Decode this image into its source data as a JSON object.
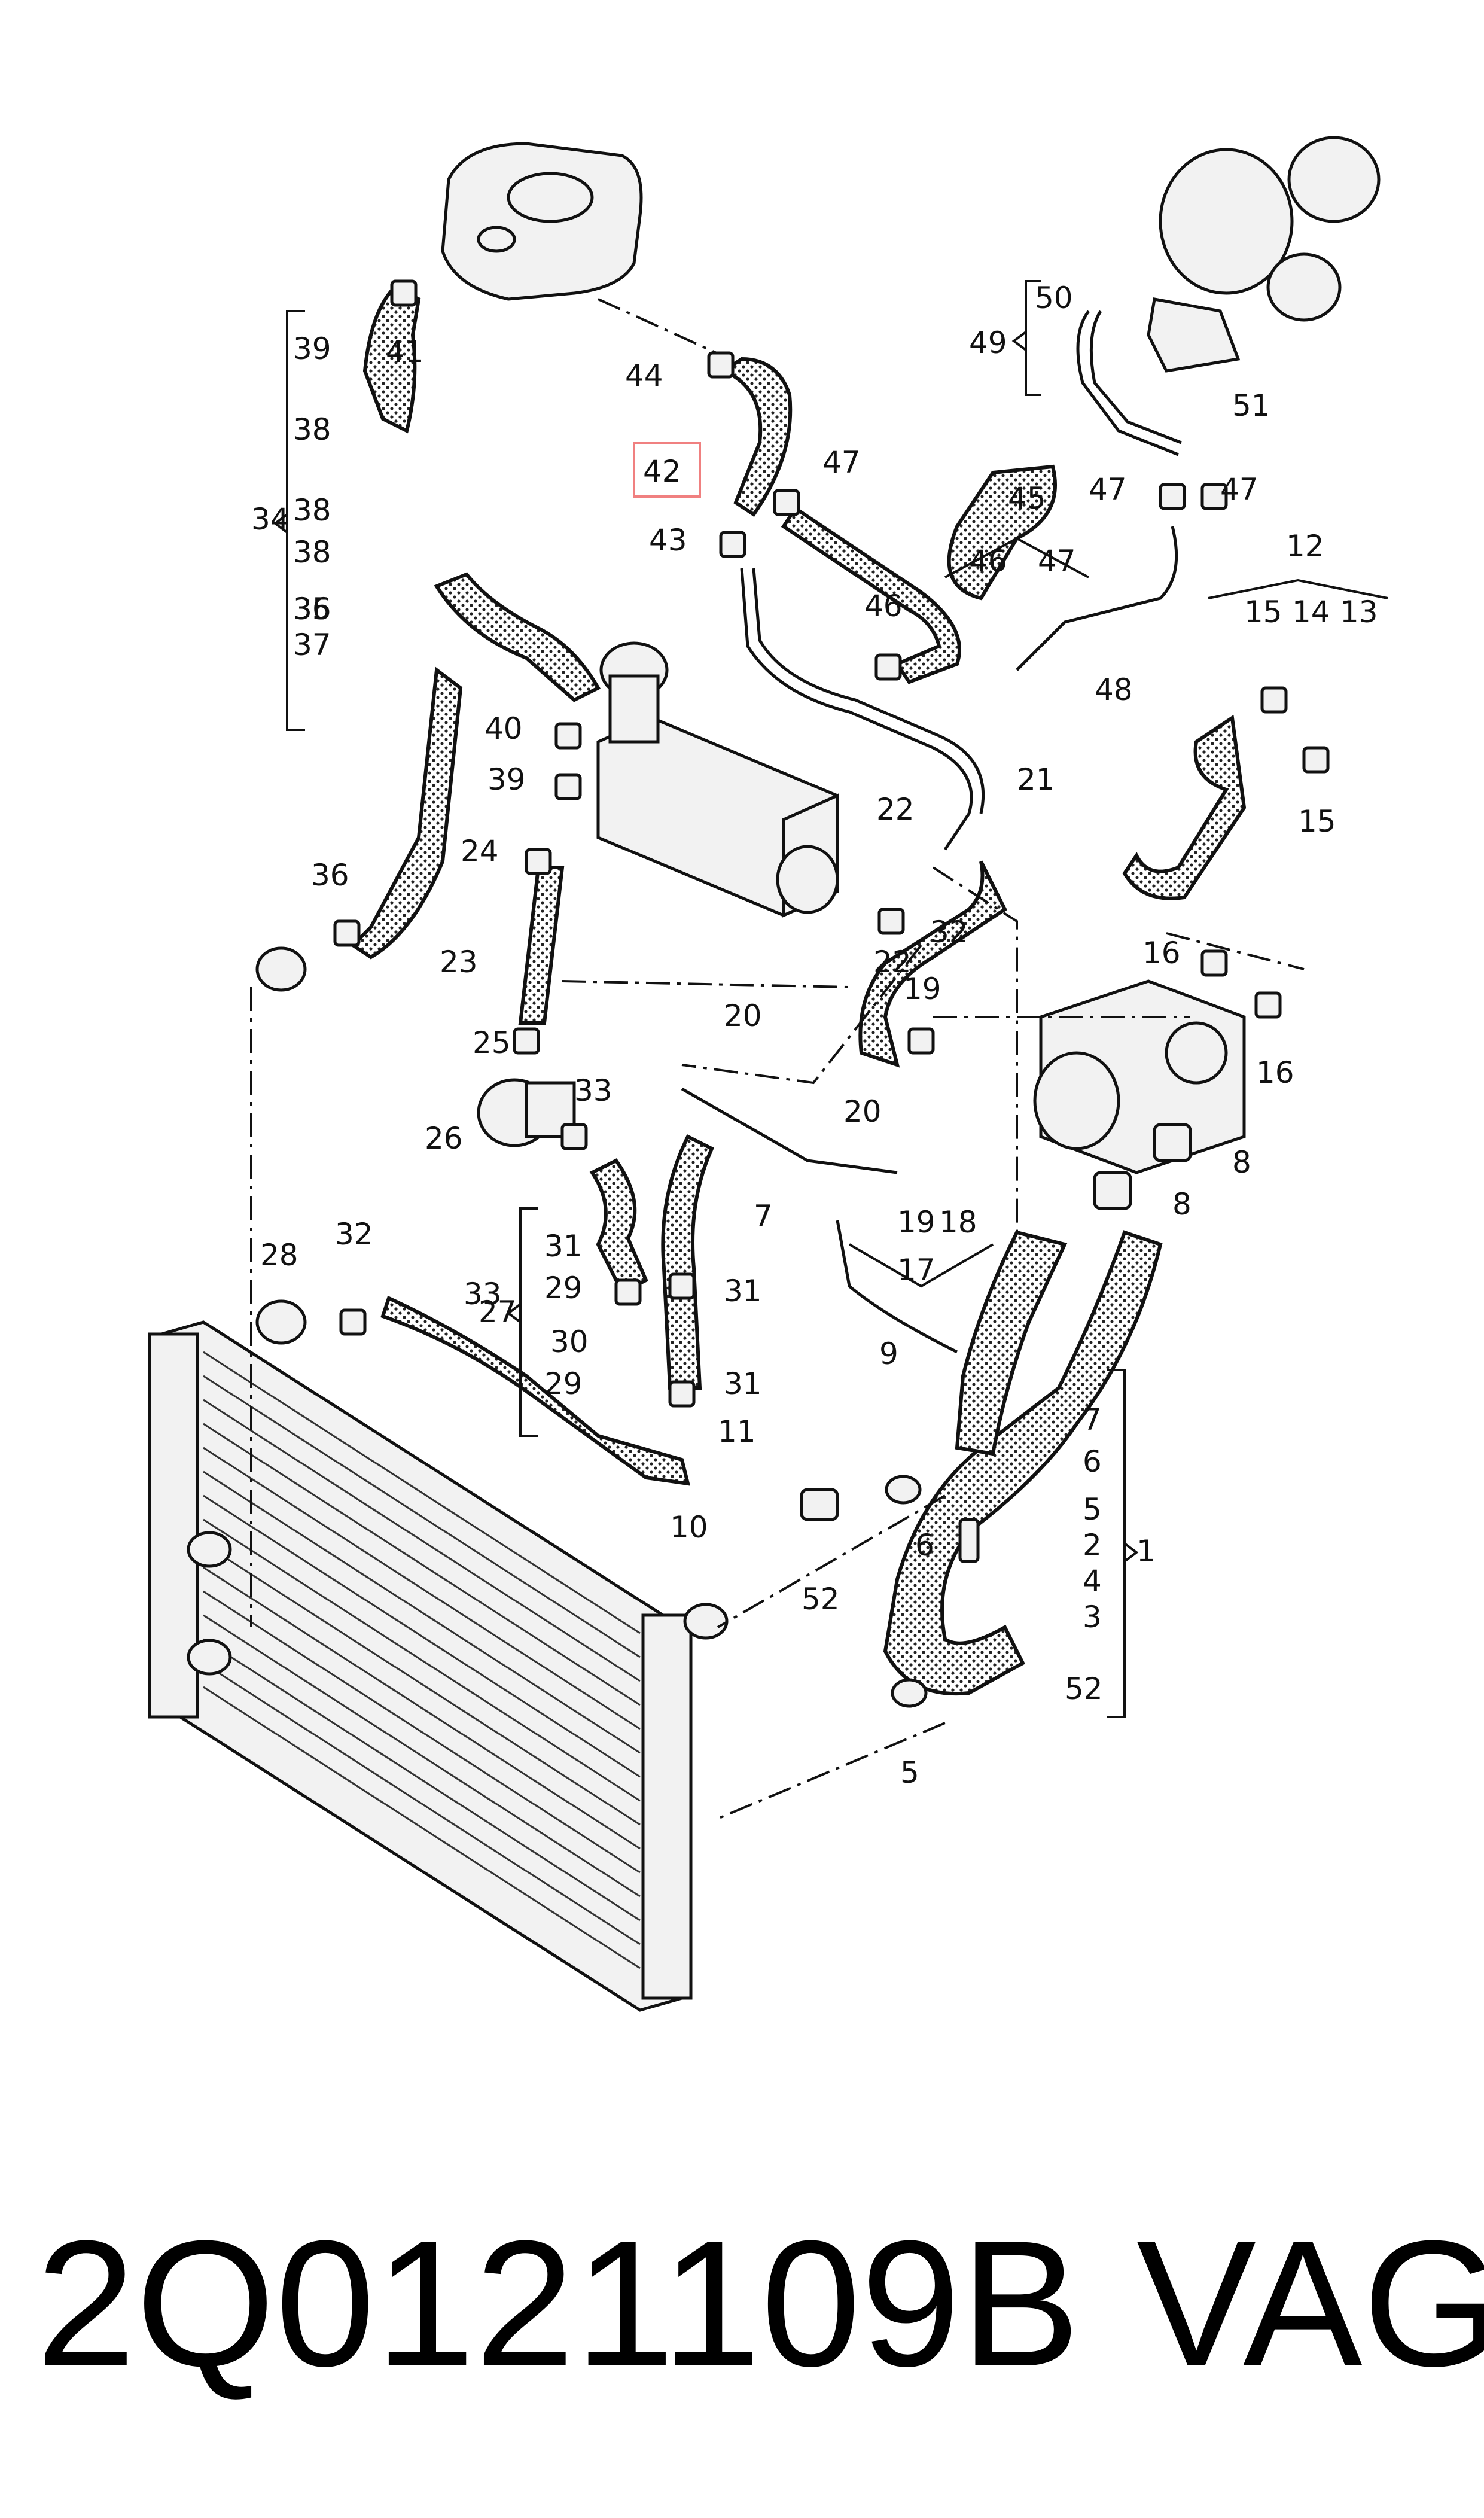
{
  "highlight": "42",
  "highlight_color": "#f08080",
  "callouts": [
    "1",
    "2",
    "3",
    "4",
    "5",
    "5",
    "6",
    "6",
    "7",
    "7",
    "8",
    "8",
    "9",
    "10",
    "11",
    "12",
    "13",
    "14",
    "15",
    "15",
    "16",
    "16",
    "17",
    "18",
    "19",
    "19",
    "20",
    "20",
    "21",
    "22",
    "22",
    "23",
    "24",
    "25",
    "26",
    "27",
    "28",
    "29",
    "29",
    "30",
    "31",
    "31",
    "31",
    "32",
    "32",
    "33",
    "33",
    "34",
    "35",
    "36",
    "36",
    "37",
    "38",
    "38",
    "38",
    "39",
    "39",
    "40",
    "41",
    "42",
    "43",
    "44",
    "45",
    "46",
    "46",
    "47",
    "47",
    "47",
    "47",
    "48",
    "49",
    "50",
    "51",
    "52",
    "52"
  ],
  "caption": {
    "part_number": "2Q0121109B",
    "brand": "VAG"
  }
}
